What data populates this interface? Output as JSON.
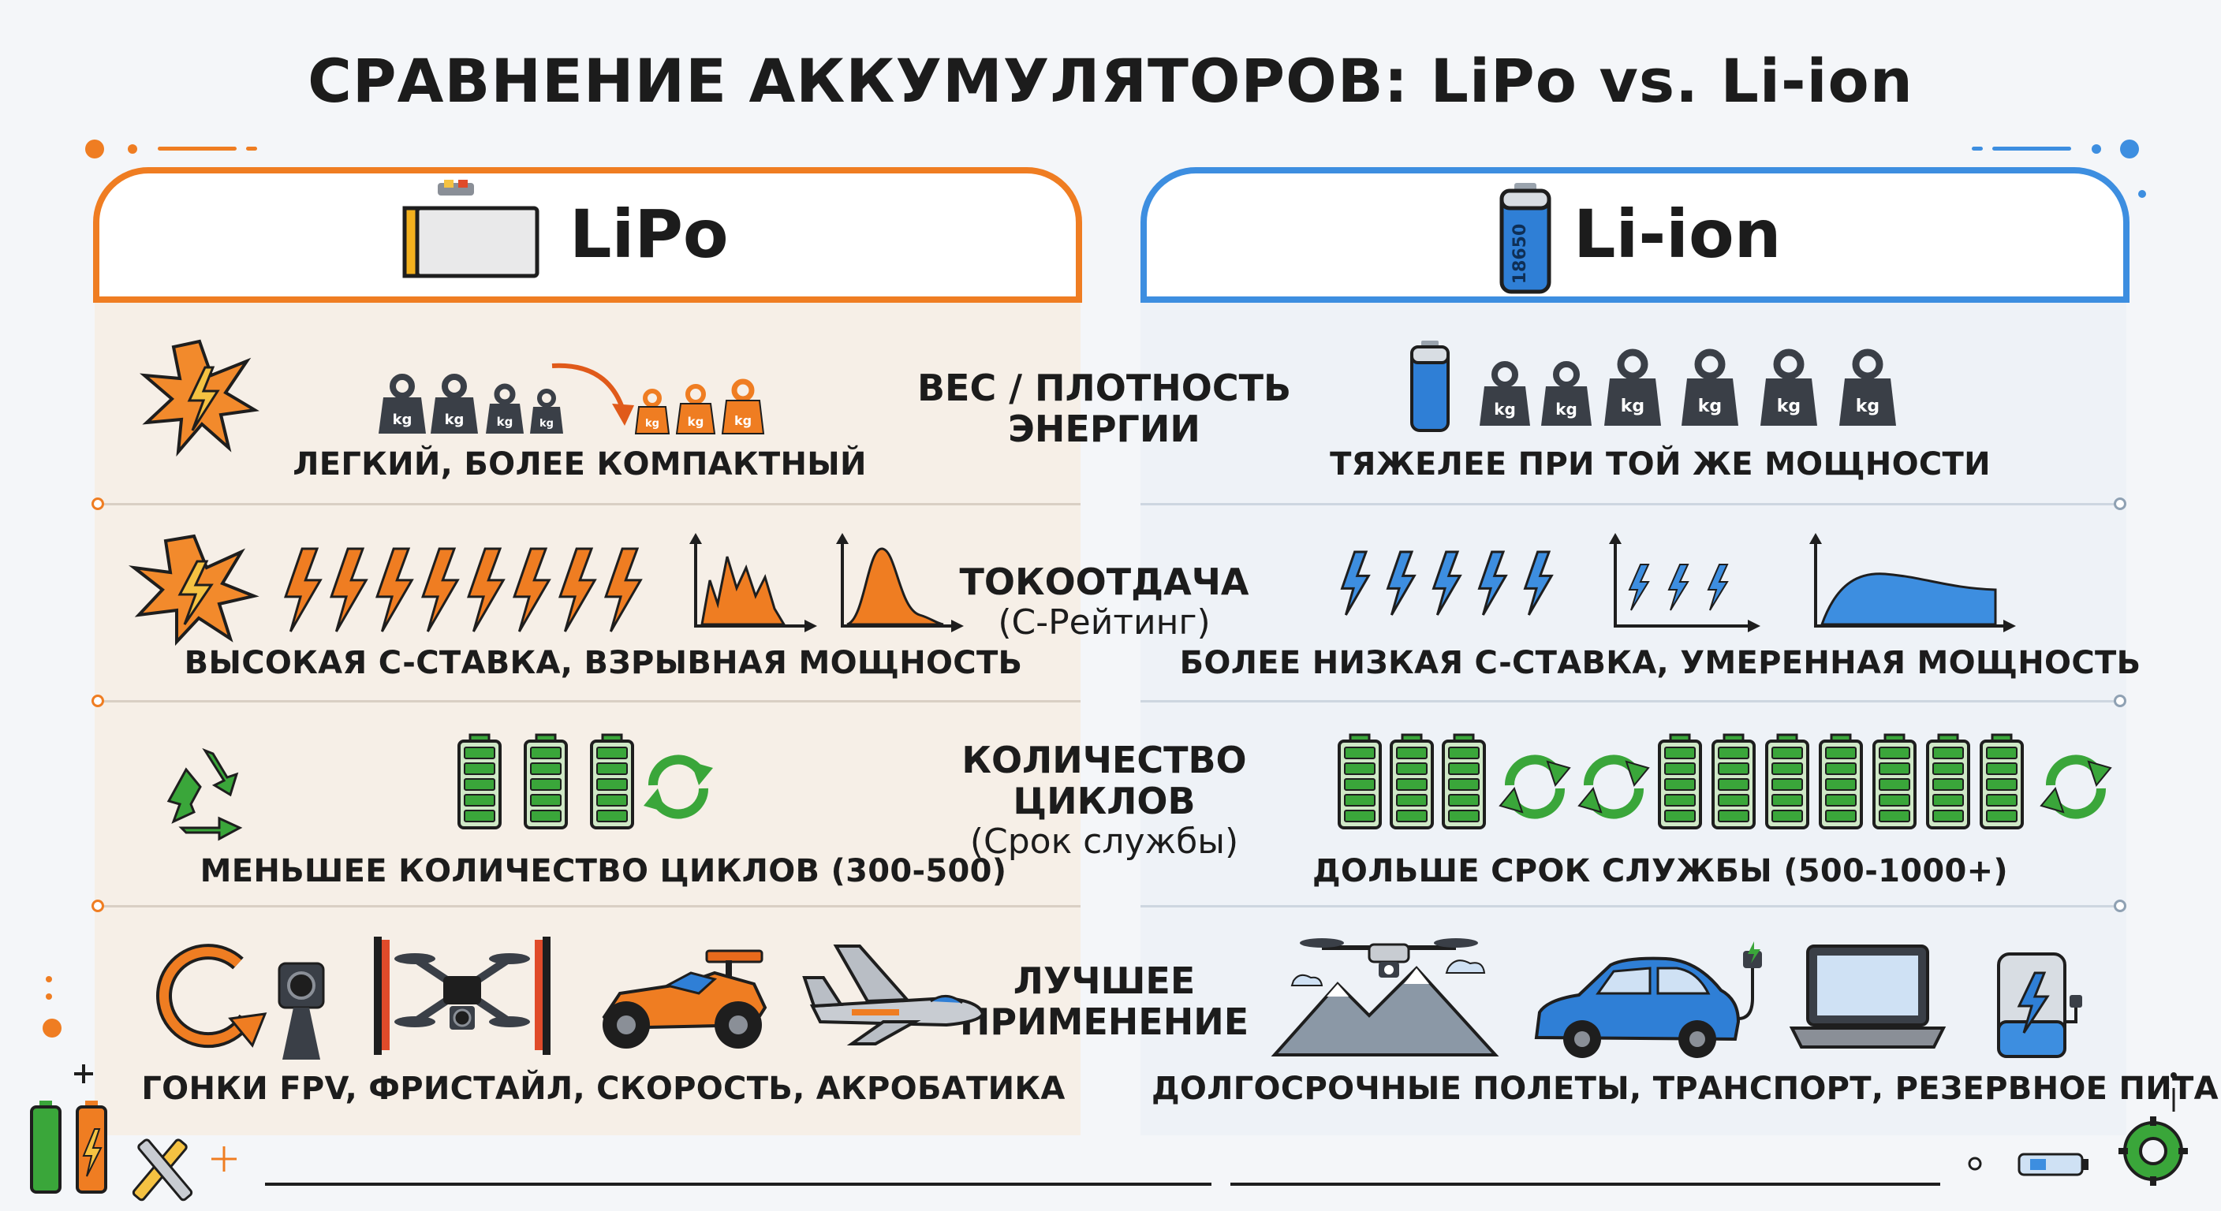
{
  "title": "СРАВНЕНИЕ АККУМУЛЯТОРОВ: LiPo vs. Li-ion",
  "colors": {
    "lipo": "#ef7d22",
    "liion": "#3d8ee0",
    "green": "#3aa63a",
    "dark": "#3a3f47"
  },
  "lipo": {
    "header": "LiPo",
    "rows": [
      "ЛЕГКИЙ, БОЛЕЕ КОМПАКТНЫЙ",
      "ВЫСОКАЯ C-СТАВКА, ВЗРЫВНАЯ МОЩНОСТЬ",
      "МЕНЬШЕЕ КОЛИЧЕСТВО ЦИКЛОВ (300-500)",
      "ГОНКИ FPV, ФРИСТАЙЛ, СКОРОСТЬ, АКРОБАТИКА"
    ]
  },
  "liion": {
    "header": "Li-ion",
    "cell_label": "18650",
    "rows": [
      "ТЯЖЕЛЕЕ ПРИ ТОЙ ЖЕ МОЩНОСТИ",
      "БОЛЕЕ НИЗКАЯ C-СТАВКА, УМЕРЕННАЯ МОЩНОСТЬ",
      "ДОЛЬШЕ СРОК СЛУЖБЫ (500-1000+)",
      "ДОЛГОСРОЧНЫЕ ПОЛЕТЫ, ТРАНСПОРТ, РЕЗЕРВНОЕ ПИТАНИЕ"
    ]
  },
  "criteria": [
    {
      "line1": "ВЕС / ПЛОТНОСТЬ",
      "line2": "ЭНЕРГИИ",
      "sub": ""
    },
    {
      "line1": "ТОКООТДАЧА",
      "line2": "",
      "sub": "(C-Рейтинг)"
    },
    {
      "line1": "КОЛИЧЕСТВО",
      "line2": "ЦИКЛОВ",
      "sub": "(Срок службы)"
    },
    {
      "line1": "ЛУЧШЕЕ",
      "line2": "ПРИМЕНЕНИЕ",
      "sub": ""
    }
  ],
  "weight_label": "kg"
}
